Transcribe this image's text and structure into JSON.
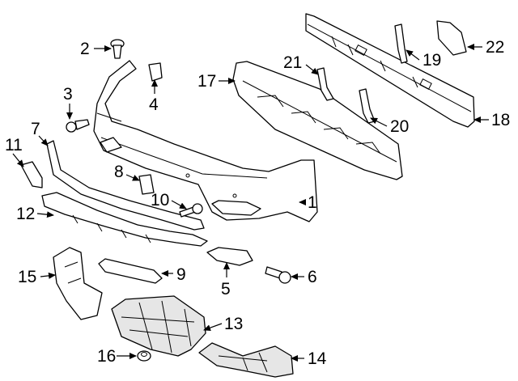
{
  "callouts": [
    {
      "id": "1",
      "text": "1",
      "part": "bumper-cover"
    },
    {
      "id": "2",
      "text": "2",
      "part": "push-pin-clip"
    },
    {
      "id": "3",
      "text": "3",
      "part": "screw"
    },
    {
      "id": "4",
      "text": "4",
      "part": "clip-nut"
    },
    {
      "id": "5",
      "text": "5",
      "part": "side-bracket"
    },
    {
      "id": "6",
      "text": "6",
      "part": "bolt"
    },
    {
      "id": "7",
      "text": "7",
      "part": "lower-trim"
    },
    {
      "id": "8",
      "text": "8",
      "part": "retainer"
    },
    {
      "id": "9",
      "text": "9",
      "part": "reflector"
    },
    {
      "id": "10",
      "text": "10",
      "part": "bolt"
    },
    {
      "id": "11",
      "text": "11",
      "part": "side-molding"
    },
    {
      "id": "12",
      "text": "12",
      "part": "diffuser"
    },
    {
      "id": "13",
      "text": "13",
      "part": "under-cover"
    },
    {
      "id": "14",
      "text": "14",
      "part": "splash-shield"
    },
    {
      "id": "15",
      "text": "15",
      "part": "air-deflector"
    },
    {
      "id": "16",
      "text": "16",
      "part": "nut"
    },
    {
      "id": "17",
      "text": "17",
      "part": "energy-absorber"
    },
    {
      "id": "18",
      "text": "18",
      "part": "impact-bar"
    },
    {
      "id": "19",
      "text": "19",
      "part": "bracket"
    },
    {
      "id": "20",
      "text": "20",
      "part": "bracket"
    },
    {
      "id": "21",
      "text": "21",
      "part": "bracket"
    },
    {
      "id": "22",
      "text": "22",
      "part": "bracket"
    }
  ],
  "colors": {
    "line": "#000000",
    "background": "#ffffff",
    "shade": "#e6e6e6"
  }
}
